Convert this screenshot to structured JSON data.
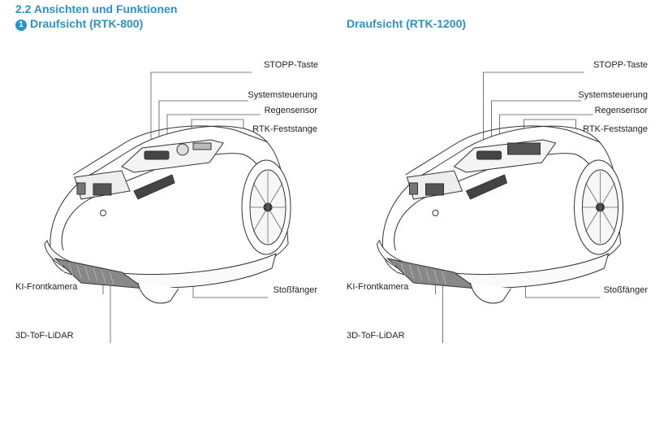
{
  "section": {
    "title": "2.2 Ansichten und Funktionen"
  },
  "left": {
    "badge": "1",
    "title": "Draufsicht (RTK-800)",
    "labels": {
      "stop_key": "STOPP-Taste",
      "system_control": "Systemsteuerung",
      "rain_sensor": "Regensensor",
      "rtk_pole": "RTK-Feststange",
      "front_camera": "KI-Frontkamera",
      "bumper": "Stoßfänger",
      "lidar": "3D-ToF-LiDAR"
    }
  },
  "right": {
    "title": "Draufsicht (RTK-1200)",
    "labels": {
      "stop_key": "STOPP-Taste",
      "system_control": "Systemsteuerung",
      "rain_sensor": "Regensensor",
      "rtk_pole": "RTK-Feststange",
      "front_camera": "KI-Frontkamera",
      "bumper": "Stoßfänger",
      "lidar": "3D-ToF-LiDAR"
    }
  }
}
